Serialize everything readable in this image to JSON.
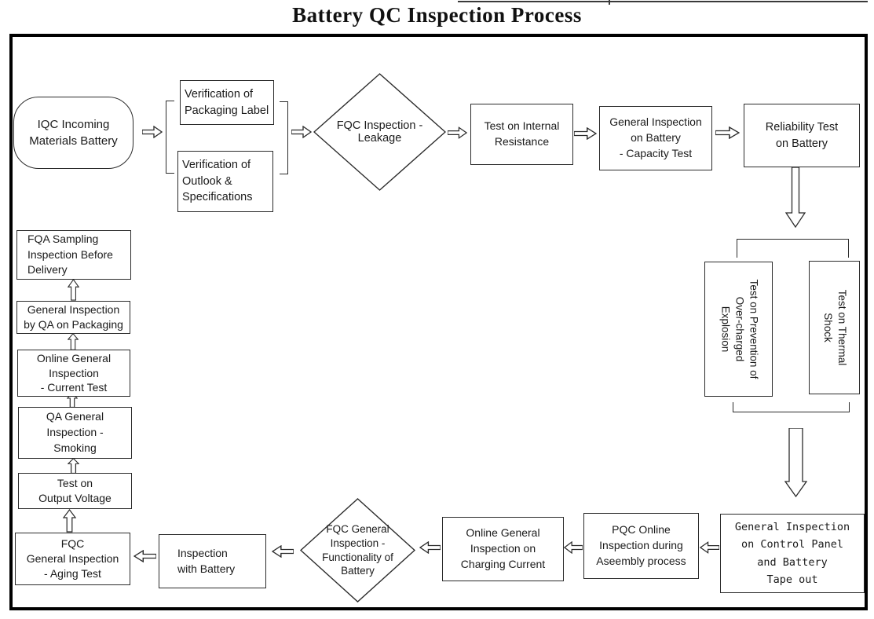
{
  "title": "Battery QC Inspection Process",
  "colors": {
    "background": "#ffffff",
    "line": "#2b2b2b",
    "frame": "#000000",
    "text": "#1a1a1a"
  },
  "icons": {
    "flow-arrow-right": "⇨",
    "flow-arrow-left": "⇦",
    "flow-arrow-up": "⇧",
    "flow-arrow-down": "⇩"
  },
  "nodes": {
    "iqc": {
      "label": "IQC Incoming\nMaterials Battery",
      "shape": "stadium"
    },
    "verify_label": {
      "label": "Verification of\nPackaging Label",
      "shape": "rect"
    },
    "verify_outlook": {
      "label": "Verification of\nOutlook &\nSpecifications",
      "shape": "rect"
    },
    "fqc_leakage": {
      "label": "FQC Inspection -\nLeakage",
      "shape": "diamond"
    },
    "internal_resistance": {
      "label": "Test on Internal\nResistance",
      "shape": "rect"
    },
    "capacity_test": {
      "label": "General Inspection\non Battery\n- Capacity Test",
      "shape": "rect"
    },
    "reliability": {
      "label": "Reliability Test\non Battery",
      "shape": "rect"
    },
    "overcharge": {
      "label": "Test on Prevention of\nOver-charged\nExplosion",
      "shape": "rect-vertical-text"
    },
    "thermal": {
      "label": "Test on Thermal\nShock",
      "shape": "rect-vertical-text"
    },
    "control_panel": {
      "label": "General Inspection\non Control Panel\nand Battery\nTape out",
      "shape": "rect"
    },
    "pqc_assembly": {
      "label": "PQC Online\nInspection during\nAseembly process",
      "shape": "rect"
    },
    "charging_current": {
      "label": "Online General\nInspection on\nCharging Current",
      "shape": "rect"
    },
    "fqc_functionality": {
      "label": "FQC General\nInspection -\nFunctionality of\nBattery",
      "shape": "diamond"
    },
    "inspection_battery": {
      "label": "Inspection\nwith Battery",
      "shape": "rect"
    },
    "aging_test": {
      "label": "FQC\nGeneral Inspection\n- Aging Test",
      "shape": "rect"
    },
    "output_voltage": {
      "label": "Test on\nOutput Voltage",
      "shape": "rect"
    },
    "smoking": {
      "label": "QA General\nInspection -\nSmoking",
      "shape": "rect"
    },
    "current_test": {
      "label": "Online General\nInspection\n- Current Test",
      "shape": "rect"
    },
    "qa_packaging": {
      "label": "General Inspection\nby QA on Packaging",
      "shape": "rect"
    },
    "fqa_sampling": {
      "label": "FQA Sampling\nInspection Before\nDelivery",
      "shape": "rect"
    }
  }
}
